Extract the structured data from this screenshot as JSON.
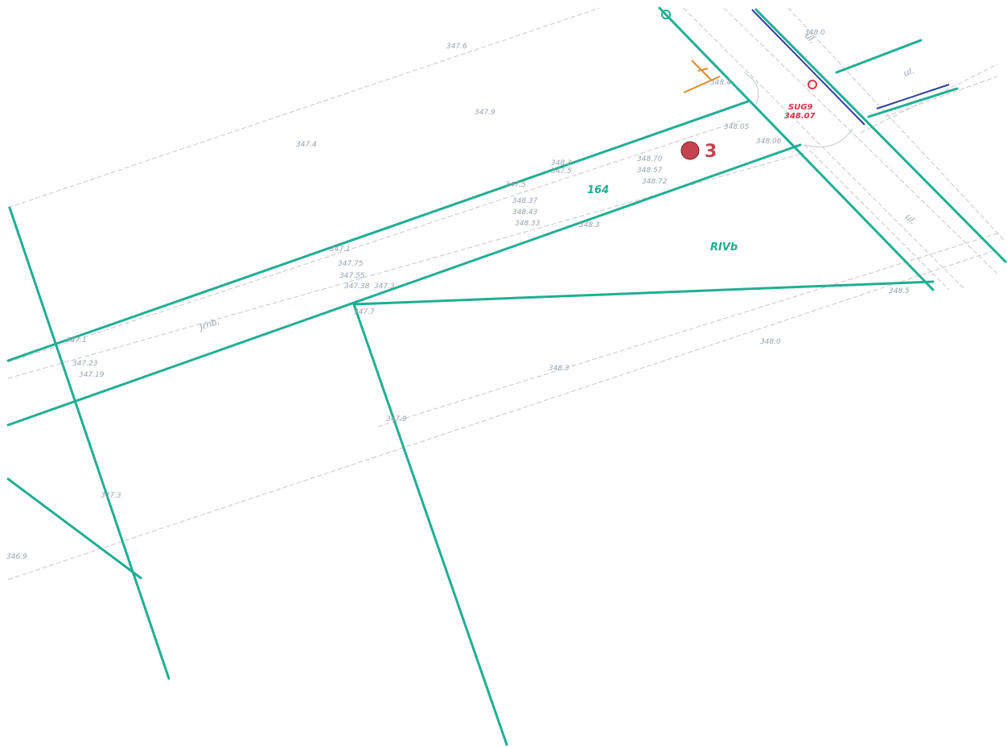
{
  "map": {
    "marker": {
      "number": "3",
      "color": "#c7424f"
    },
    "plot_labels": {
      "parcel": "164",
      "soil_class": "RIVb"
    },
    "utility_labels": {
      "top": "SUG9",
      "bottom": "348.07"
    },
    "street_labels": {
      "a": "ul.",
      "b": "ul.",
      "c": "ul."
    },
    "road_label": "Jrnb.",
    "elevations": [
      "347.6",
      "347.9",
      "347.4",
      "348.4",
      "348.05",
      "348.06",
      "348.3",
      "347.5",
      "348.70",
      "348.57",
      "348.72",
      "347.5",
      "348.37",
      "348.43",
      "348.33",
      "348.3",
      "347.1",
      "347.75",
      "347.55",
      "347.38",
      "347.3",
      "347.7",
      "347.1",
      "347.23",
      "347.19",
      "348.0",
      "348.3",
      "347.9",
      "347.3",
      "346.9",
      "348.5",
      "348.0"
    ],
    "colors": {
      "parcel_line": "#1fae93",
      "utility": "#2c3f9e",
      "orange": "#e08a2c",
      "survey": "#c2c8cf"
    }
  }
}
